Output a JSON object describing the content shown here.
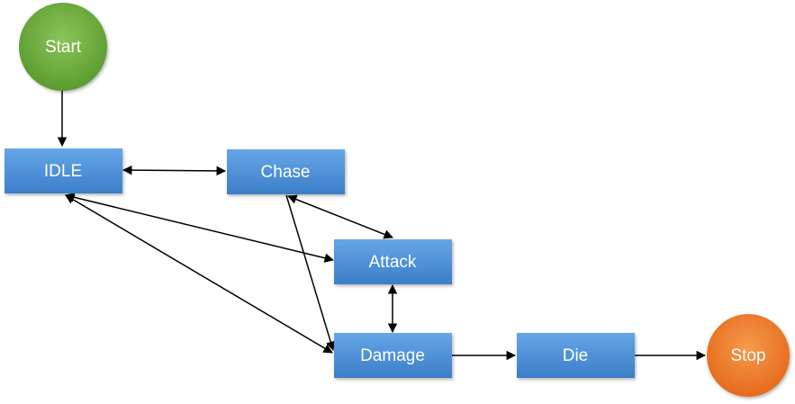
{
  "diagram": {
    "type": "state-machine",
    "nodes": {
      "start": {
        "label": "Start",
        "shape": "circle",
        "color": "#6aab3a"
      },
      "idle": {
        "label": "IDLE",
        "shape": "box",
        "color": "#4a8fd6"
      },
      "chase": {
        "label": "Chase",
        "shape": "box",
        "color": "#4a8fd6"
      },
      "attack": {
        "label": "Attack",
        "shape": "box",
        "color": "#4a8fd6"
      },
      "damage": {
        "label": "Damage",
        "shape": "box",
        "color": "#4a8fd6"
      },
      "die": {
        "label": "Die",
        "shape": "box",
        "color": "#4a8fd6"
      },
      "stop": {
        "label": "Stop",
        "shape": "circle",
        "color": "#ee7a2a"
      }
    },
    "edges": [
      {
        "from": "start",
        "to": "idle",
        "direction": "forward"
      },
      {
        "from": "idle",
        "to": "chase",
        "direction": "both"
      },
      {
        "from": "chase",
        "to": "attack",
        "direction": "both"
      },
      {
        "from": "idle",
        "to": "attack",
        "direction": "both"
      },
      {
        "from": "idle",
        "to": "damage",
        "direction": "both"
      },
      {
        "from": "chase",
        "to": "damage",
        "direction": "forward"
      },
      {
        "from": "attack",
        "to": "damage",
        "direction": "both"
      },
      {
        "from": "damage",
        "to": "die",
        "direction": "forward"
      },
      {
        "from": "die",
        "to": "stop",
        "direction": "forward"
      }
    ]
  }
}
